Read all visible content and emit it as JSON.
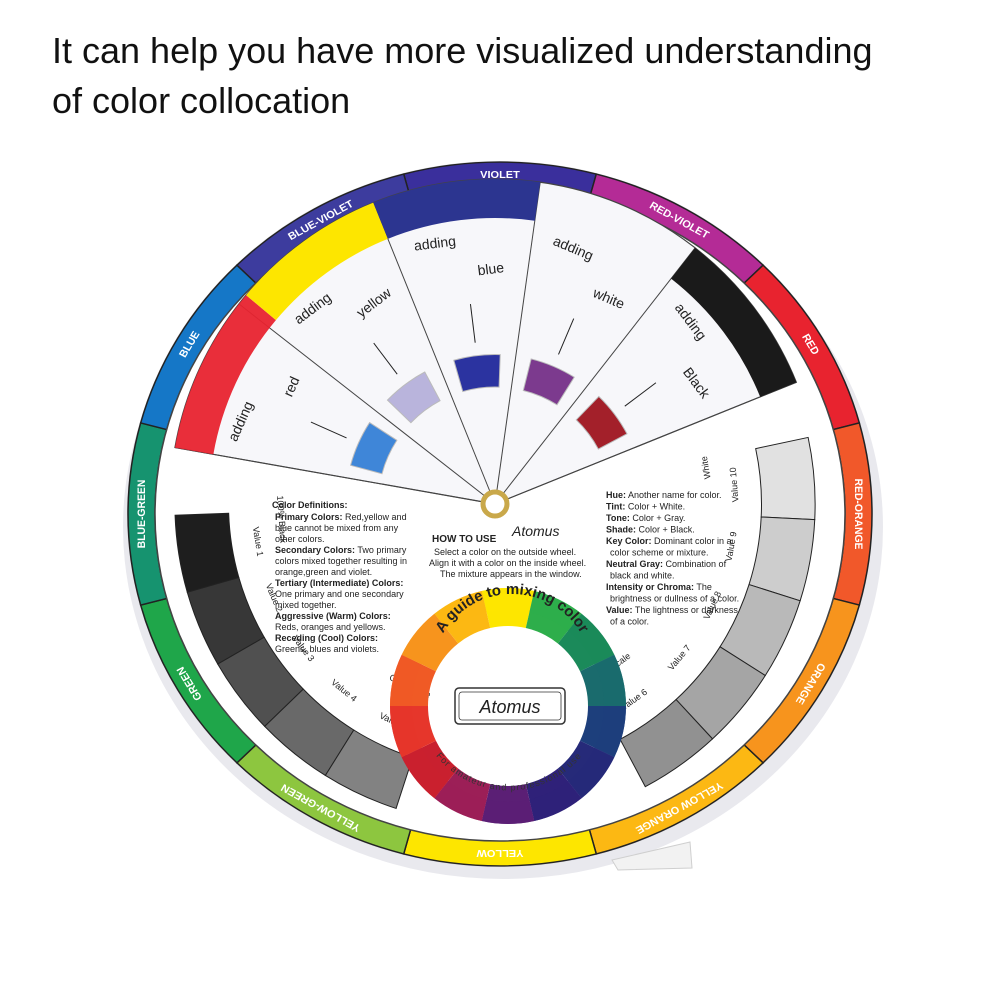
{
  "caption": {
    "line1": "It can help you have more visualized understanding",
    "line2": "of color collocation"
  },
  "outer_ring": {
    "segments": [
      {
        "name": "VIOLET",
        "color": "#3a2f9c"
      },
      {
        "name": "RED-VIOLET",
        "color": "#b42b96"
      },
      {
        "name": "RED",
        "color": "#e8232f"
      },
      {
        "name": "RED-ORANGE",
        "color": "#f1582a"
      },
      {
        "name": "ORANGE",
        "color": "#f7941d"
      },
      {
        "name": "YELLOW ORANGE",
        "color": "#fcb813"
      },
      {
        "name": "YELLOW",
        "color": "#fde600"
      },
      {
        "name": "YELLOW-GREEN",
        "color": "#8dc63f"
      },
      {
        "name": "GREEN",
        "color": "#1fa64a"
      },
      {
        "name": "BLUE-GREEN",
        "color": "#16936f"
      },
      {
        "name": "BLUE",
        "color": "#1577c7"
      },
      {
        "name": "BLUE-VIOLET",
        "color": "#3d3c9e"
      }
    ]
  },
  "mixing_sectors": [
    {
      "adding": "adding",
      "additive": "red"
    },
    {
      "adding": "adding",
      "additive": "yellow"
    },
    {
      "adding": "adding",
      "additive": "blue"
    },
    {
      "adding": "adding",
      "additive": "white"
    },
    {
      "adding": "adding",
      "additive": "Black"
    }
  ],
  "how_to_use": {
    "title": "HOW TO USE",
    "brand": "Atomus",
    "line1": "Select a color on the outside wheel.",
    "line2": "Align it with a color on the inside wheel.",
    "line3": "The mixture appears in the window."
  },
  "definitions_left": {
    "heading": "Color Definitions:",
    "items": [
      {
        "term": "Primary Colors:",
        "text": "Red,yellow and",
        "more": [
          "blue cannot be mixed from any",
          "other colors."
        ]
      },
      {
        "term": "Secondary Colors:",
        "text": "Two primary",
        "more": [
          "colors mixed together resulting in",
          "orange,green and violet."
        ]
      },
      {
        "term": "Tertiary (Intermediate) Colors:",
        "text": "",
        "more": [
          "One primary and one secondary",
          "mixed together."
        ]
      },
      {
        "term": "Aggressive (Warm) Colors:",
        "text": "",
        "more": [
          "Reds, oranges and yellows."
        ]
      },
      {
        "term": "Receding (Cool) Colors:",
        "text": "",
        "more": [
          "Greens, blues and violets."
        ]
      }
    ]
  },
  "definitions_right": [
    {
      "term": "Hue:",
      "text": "Another name for color."
    },
    {
      "term": "Tint:",
      "text": "Color + White."
    },
    {
      "term": "Tone:",
      "text": "Color + Gray."
    },
    {
      "term": "Shade:",
      "text": "Color + Black."
    },
    {
      "term": "Key Color:",
      "text": "Dominant color in a",
      "more": [
        "color scheme or mixture."
      ]
    },
    {
      "term": "Neutral Gray:",
      "text": "Combination of",
      "more": [
        "black and white."
      ]
    },
    {
      "term": "Intensity or Chroma:",
      "text": "The",
      "more": [
        "brightness or dullness of a color."
      ]
    },
    {
      "term": "Value:",
      "text": "The lightness or darkness",
      "more": [
        "of a color."
      ]
    }
  ],
  "gray_scale_left": {
    "top_label": "100% Black",
    "label": "Gray Scale",
    "values": [
      "Value 1",
      "Value 2",
      "Value 3",
      "Value 4",
      "Value 5"
    ]
  },
  "gray_scale_right": {
    "top_label": "White",
    "label": "Gray Scale",
    "values": [
      "Value 10",
      "Value 9",
      "Value 8",
      "Value 7",
      "Value 6"
    ]
  },
  "inner_wheel": {
    "title": "A guide to mixing color",
    "brand": "Atomus",
    "subtitle": "For amateur and professional use",
    "colors": [
      "#fde600",
      "#2eae4b",
      "#1b8a5a",
      "#1a6b6d",
      "#1d3f7c",
      "#262a79",
      "#2f2179",
      "#5b1f75",
      "#9c1f57",
      "#c9202f",
      "#e6362b",
      "#f05a25",
      "#f7941d",
      "#fcb813"
    ]
  },
  "windows": {
    "red": "#3f86d8",
    "yellow": "#b9b4dc",
    "blue": "#2b33a0",
    "white": "#7c3a8e",
    "black": "#a3202a"
  }
}
